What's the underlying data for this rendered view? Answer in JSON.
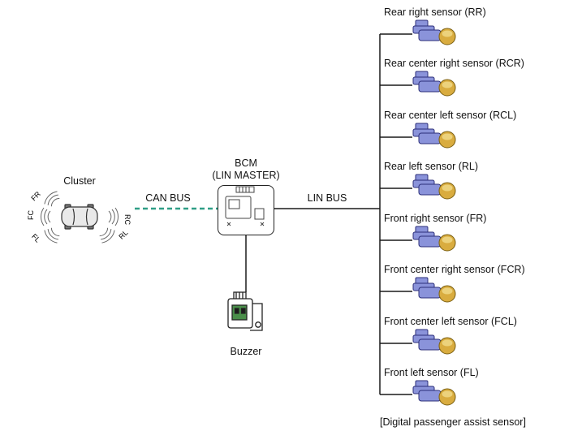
{
  "cluster": {
    "label": "Cluster",
    "zones": {
      "fr": "FR",
      "fc": "FC",
      "fl": "FL",
      "rc": "RC",
      "rl": "RL"
    }
  },
  "buses": {
    "can": "CAN BUS",
    "lin": "LIN BUS"
  },
  "bcm": {
    "name": "BCM",
    "role": "(LIN MASTER)"
  },
  "buzzer": {
    "label": "Buzzer"
  },
  "sensors": [
    {
      "label": "Rear right sensor (RR)"
    },
    {
      "label": "Rear center right sensor (RCR)"
    },
    {
      "label": "Rear center left sensor (RCL)"
    },
    {
      "label": "Rear left sensor (RL)"
    },
    {
      "label": "Front right sensor (FR)"
    },
    {
      "label": "Front center right sensor (FCR)"
    },
    {
      "label": "Front center left sensor (FCL)"
    },
    {
      "label": "Front left sensor (FL)"
    }
  ],
  "footer": "[Digital passenger assist sensor]",
  "colors": {
    "can_bus": "#2f9e86",
    "wire": "#1a1a1a",
    "sensor_body": "#8a93da",
    "sensor_body_dark": "#2c2f7a",
    "sensor_head": "#d9ac3f",
    "sensor_head_light": "#ecd27c",
    "buzzer_green": "#4a8f4a"
  }
}
